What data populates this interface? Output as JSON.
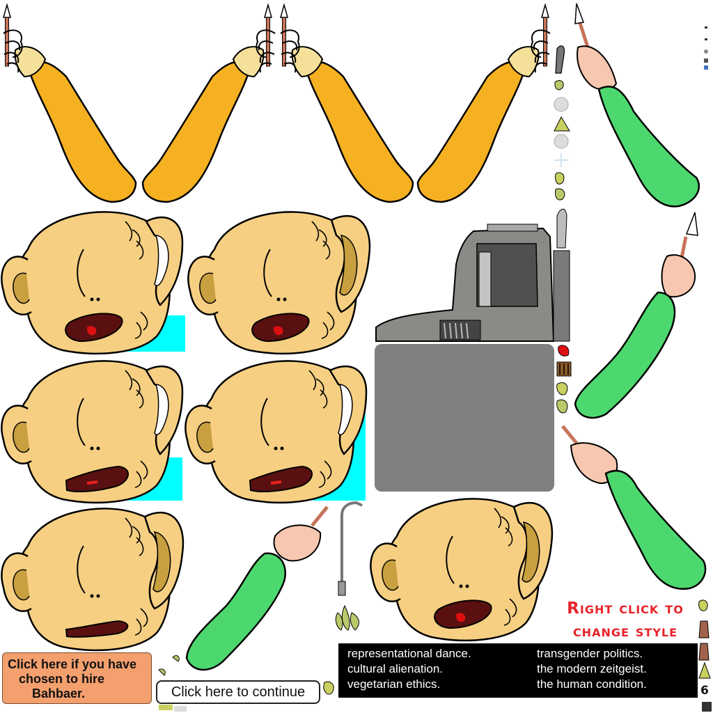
{
  "hire_button": {
    "line1": "Click here if you have",
    "line2": "chosen to hire",
    "line3": "Bahbaer."
  },
  "continue_button": {
    "label": "Click here to continue"
  },
  "topics": {
    "left": [
      "representational dance.",
      "cultural alienation.",
      "vegetarian ethics."
    ],
    "right": [
      "transgender politics.",
      "the modern zeitgeist.",
      "the human condition."
    ]
  },
  "style_hint": {
    "line1": "Right click to",
    "line2": "change style"
  },
  "counter": "6",
  "colors": {
    "skin": "#f6cf82",
    "ear_inner": "#c8a040",
    "mouth": "#5a1010",
    "tongue": "#dd1010",
    "orange_sleeve": "#f5b121",
    "green_sleeve": "#4cd86e",
    "hand": "#f7c7b0",
    "truck_gray": "#808080",
    "cyan": "#00ffff",
    "hire_btn": "#f4a06e",
    "hint_red": "#e8222a"
  }
}
